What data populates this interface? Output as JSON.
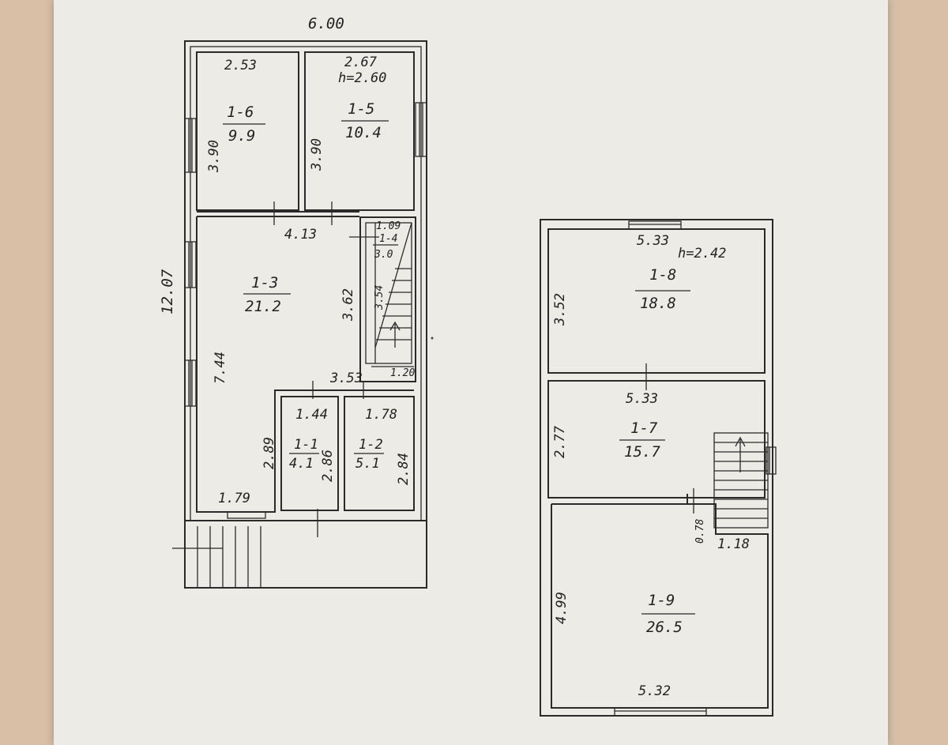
{
  "plan_left": {
    "total_width": "6.00",
    "total_length": "12.07",
    "rooms": [
      {
        "id": "1-6",
        "area": "9.9",
        "width": "2.53",
        "depth": "3.90"
      },
      {
        "id": "1-5",
        "area": "10.4",
        "width": "2.67",
        "height_note": "h=2.60",
        "depth": "3.90"
      },
      {
        "id": "1-3",
        "area": "21.2",
        "width": "4.13",
        "depth_a": "3.62",
        "depth_b": "7.44",
        "bottom_width": "1.79",
        "inner": "3.53"
      },
      {
        "id": "1-4",
        "area": "3.0",
        "width": "1.09",
        "depth": "3.54",
        "bottom": "1.20"
      },
      {
        "id": "1-1",
        "area": "4.1",
        "width": "1.44",
        "depth_a": "2.89",
        "depth_b": "2.86"
      },
      {
        "id": "1-2",
        "area": "5.1",
        "width": "1.78",
        "depth": "2.84"
      }
    ]
  },
  "plan_right": {
    "rooms": [
      {
        "id": "1-8",
        "area": "18.8",
        "width": "5.33",
        "height_note": "h=2.42",
        "depth": "3.52"
      },
      {
        "id": "1-7",
        "area": "15.7",
        "width": "5.33",
        "depth": "2.77"
      },
      {
        "id": "1-9",
        "area": "26.5",
        "width": "5.32",
        "depth": "4.99",
        "stair_a": "0.78",
        "stair_b": "1.18"
      }
    ]
  }
}
